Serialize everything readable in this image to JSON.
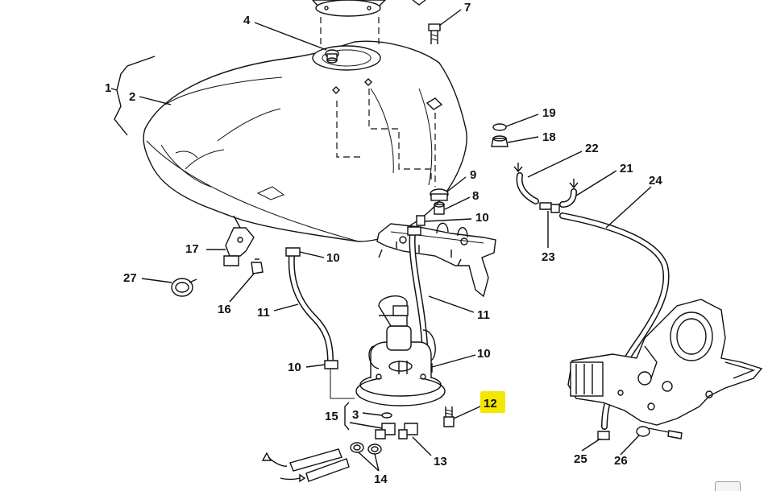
{
  "diagram": {
    "highlight_color": "#f5e600",
    "highlighted_part": "12",
    "labels": [
      {
        "id": "1",
        "text": "1"
      },
      {
        "id": "2",
        "text": "2"
      },
      {
        "id": "3",
        "text": "3"
      },
      {
        "id": "4",
        "text": "4"
      },
      {
        "id": "7",
        "text": "7"
      },
      {
        "id": "8",
        "text": "8"
      },
      {
        "id": "9",
        "text": "9"
      },
      {
        "id": "10a",
        "text": "10"
      },
      {
        "id": "10b",
        "text": "10"
      },
      {
        "id": "10c",
        "text": "10"
      },
      {
        "id": "10d",
        "text": "10"
      },
      {
        "id": "11a",
        "text": "11"
      },
      {
        "id": "11b",
        "text": "11"
      },
      {
        "id": "12",
        "text": "12"
      },
      {
        "id": "13",
        "text": "13"
      },
      {
        "id": "14",
        "text": "14"
      },
      {
        "id": "15",
        "text": "15"
      },
      {
        "id": "16",
        "text": "16"
      },
      {
        "id": "17",
        "text": "17"
      },
      {
        "id": "18",
        "text": "18"
      },
      {
        "id": "19",
        "text": "19"
      },
      {
        "id": "21",
        "text": "21"
      },
      {
        "id": "22",
        "text": "22"
      },
      {
        "id": "23",
        "text": "23"
      },
      {
        "id": "24",
        "text": "24"
      },
      {
        "id": "25",
        "text": "25"
      },
      {
        "id": "26",
        "text": "26"
      },
      {
        "id": "27",
        "text": "27"
      }
    ]
  }
}
